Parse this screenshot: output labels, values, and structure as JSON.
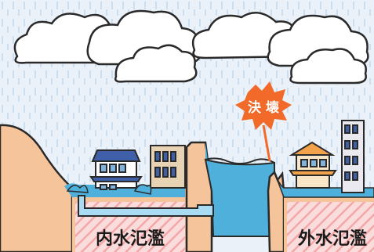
{
  "labels": {
    "burst": "決 壊",
    "inland_flood": "内水氾濫",
    "river_flood": "外水氾濫"
  },
  "colors": {
    "sky": "#e6eef6",
    "rain": "#b8d2ea",
    "hill": "#f6c49a",
    "water": "#4fb0dc",
    "water_light": "#a9dcf2",
    "burst": "#f26a2a",
    "hatch": "#f4a7a7",
    "outline": "#2a2a2a"
  },
  "icons": [
    "cloud-icon",
    "house-icon",
    "building-icon",
    "burst-icon",
    "drain-pipe-icon"
  ]
}
